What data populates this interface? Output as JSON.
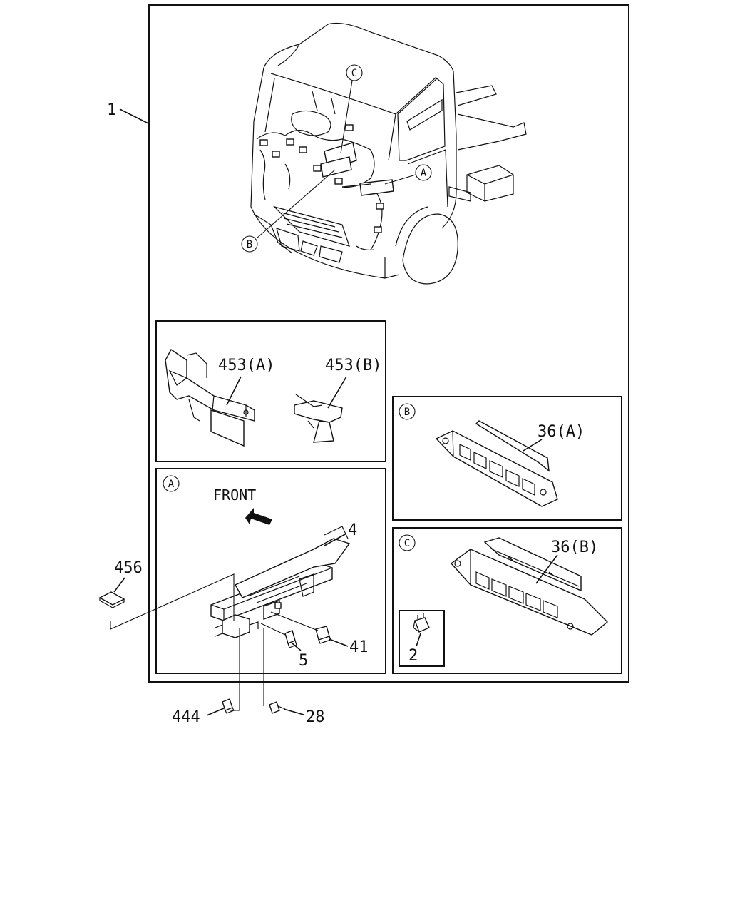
{
  "callouts": {
    "assembly": "1",
    "view_a_ref": "A",
    "view_b_ref": "B",
    "view_c_ref": "C",
    "bracket_453a": "453(A)",
    "bracket_453b": "453(B)",
    "front_label": "FRONT",
    "part_4": "4",
    "part_456": "456",
    "part_41": "41",
    "part_5": "5",
    "part_444": "444",
    "part_28": "28",
    "part_36a": "36(A)",
    "part_36b": "36(B)",
    "part_2": "2"
  },
  "icons": {
    "front_direction": "front-arrow-icon"
  }
}
